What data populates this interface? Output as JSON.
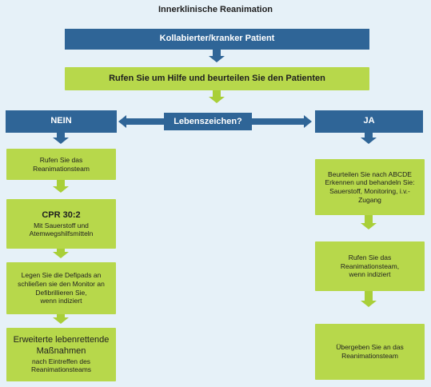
{
  "title": "Innerklinische Reanimation",
  "top": {
    "patient": "Kollabierter/kranker Patient",
    "help": "Rufen Sie um Hilfe und beurteilen Sie den Patienten",
    "question": "Lebenszeichen?"
  },
  "branches": {
    "no": "NEIN",
    "yes": "JA"
  },
  "left_steps": {
    "s1": [
      "Rufen Sie das",
      "Reanimationsteam"
    ],
    "s2_title": "CPR 30:2",
    "s2": [
      "Mit Sauerstoff und",
      "Atemwegshilfsmitteln"
    ],
    "s3": [
      "Legen Sie die Defipads an",
      "schließen sie den Monitor an",
      "Defibrillieren Sie,",
      "wenn indiziert"
    ],
    "s4_title": [
      "Erweiterte lebenrettende",
      "Maßnahmen"
    ],
    "s4": [
      "nach Eintreffen des",
      "Reanimationsteams"
    ]
  },
  "right_steps": {
    "s1": [
      "Beurteilen Sie nach ABCDE",
      "Erkennen und behandeln Sie:",
      "Sauerstoff, Monitoring, i.v.-",
      "Zugang"
    ],
    "s2": [
      "Rufen Sie das",
      "Reanimationsteam,",
      "wenn indiziert"
    ],
    "s3": [
      "Übergeben Sie an das",
      "Reanimationsteam"
    ]
  },
  "colors": {
    "blue": "#2f6597",
    "green": "#b7d84b",
    "background": "#e6f1f8",
    "arrow_green": "#a9cf38"
  }
}
